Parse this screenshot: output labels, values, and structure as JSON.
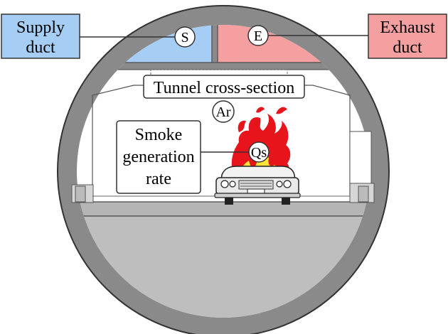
{
  "labels": {
    "supply_duct": [
      "Supply",
      "duct"
    ],
    "exhaust_duct": [
      "Exhaust",
      "duct"
    ],
    "tunnel_cross_section": "Tunnel cross-section",
    "smoke_generation_rate": [
      "Smoke",
      "generation",
      "rate"
    ]
  },
  "symbols": {
    "supply": "S",
    "exhaust": "E",
    "area": "Ar",
    "smoke": "Qs"
  },
  "colors": {
    "supply_fill": "#a6cdf4",
    "exhaust_fill": "#f4a0a0",
    "tunnel_ring": "#8a8a8a",
    "floor_fill": "#bebebe",
    "fire_red": "#e8141c",
    "fire_yellow": "#ffe53a"
  },
  "icons": {
    "fire": "fire-icon",
    "car": "car-icon"
  }
}
